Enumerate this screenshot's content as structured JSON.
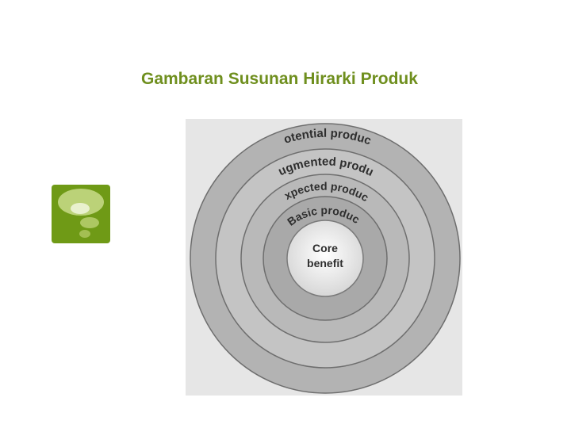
{
  "slide": {
    "title": "Gambaran Susunan Hirarki Produk",
    "accent_color": "#6f8f1e"
  },
  "logo": {
    "icon": "speech-bubbles-icon",
    "colors": {
      "background": "#6f9a16",
      "bubble": "#c9dc8a"
    }
  },
  "diagram": {
    "background_color": "#e6e6e6",
    "layers": [
      {
        "label": "Potential product",
        "fill": "#b3b3b3"
      },
      {
        "label": "Augmented product",
        "fill": "#c4c4c4"
      },
      {
        "label": "Expected product",
        "fill": "#b9b9b9"
      },
      {
        "label": "Basic product",
        "fill": "#a9a9a9"
      }
    ],
    "core": {
      "line1": "Core",
      "line2": "benefit",
      "fill": "#f4f4f4"
    }
  }
}
